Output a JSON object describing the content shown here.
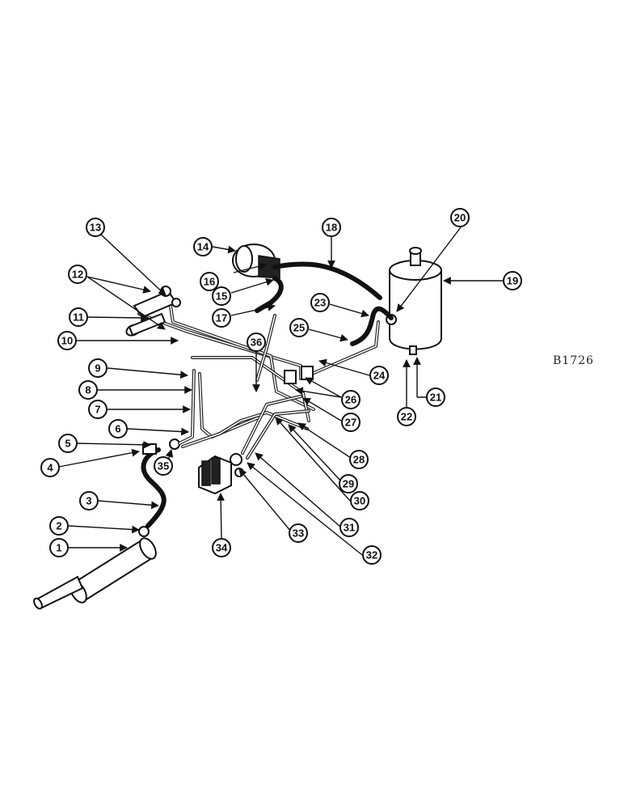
{
  "drawing_code": "B1726",
  "callouts": [
    "1",
    "2",
    "3",
    "4",
    "5",
    "6",
    "7",
    "8",
    "9",
    "10",
    "11",
    "12",
    "13",
    "14",
    "15",
    "16",
    "17",
    "18",
    "19",
    "20",
    "21",
    "22",
    "23",
    "24",
    "25",
    "26",
    "27",
    "28",
    "29",
    "30",
    "31",
    "32",
    "33",
    "34",
    "35",
    "36"
  ]
}
